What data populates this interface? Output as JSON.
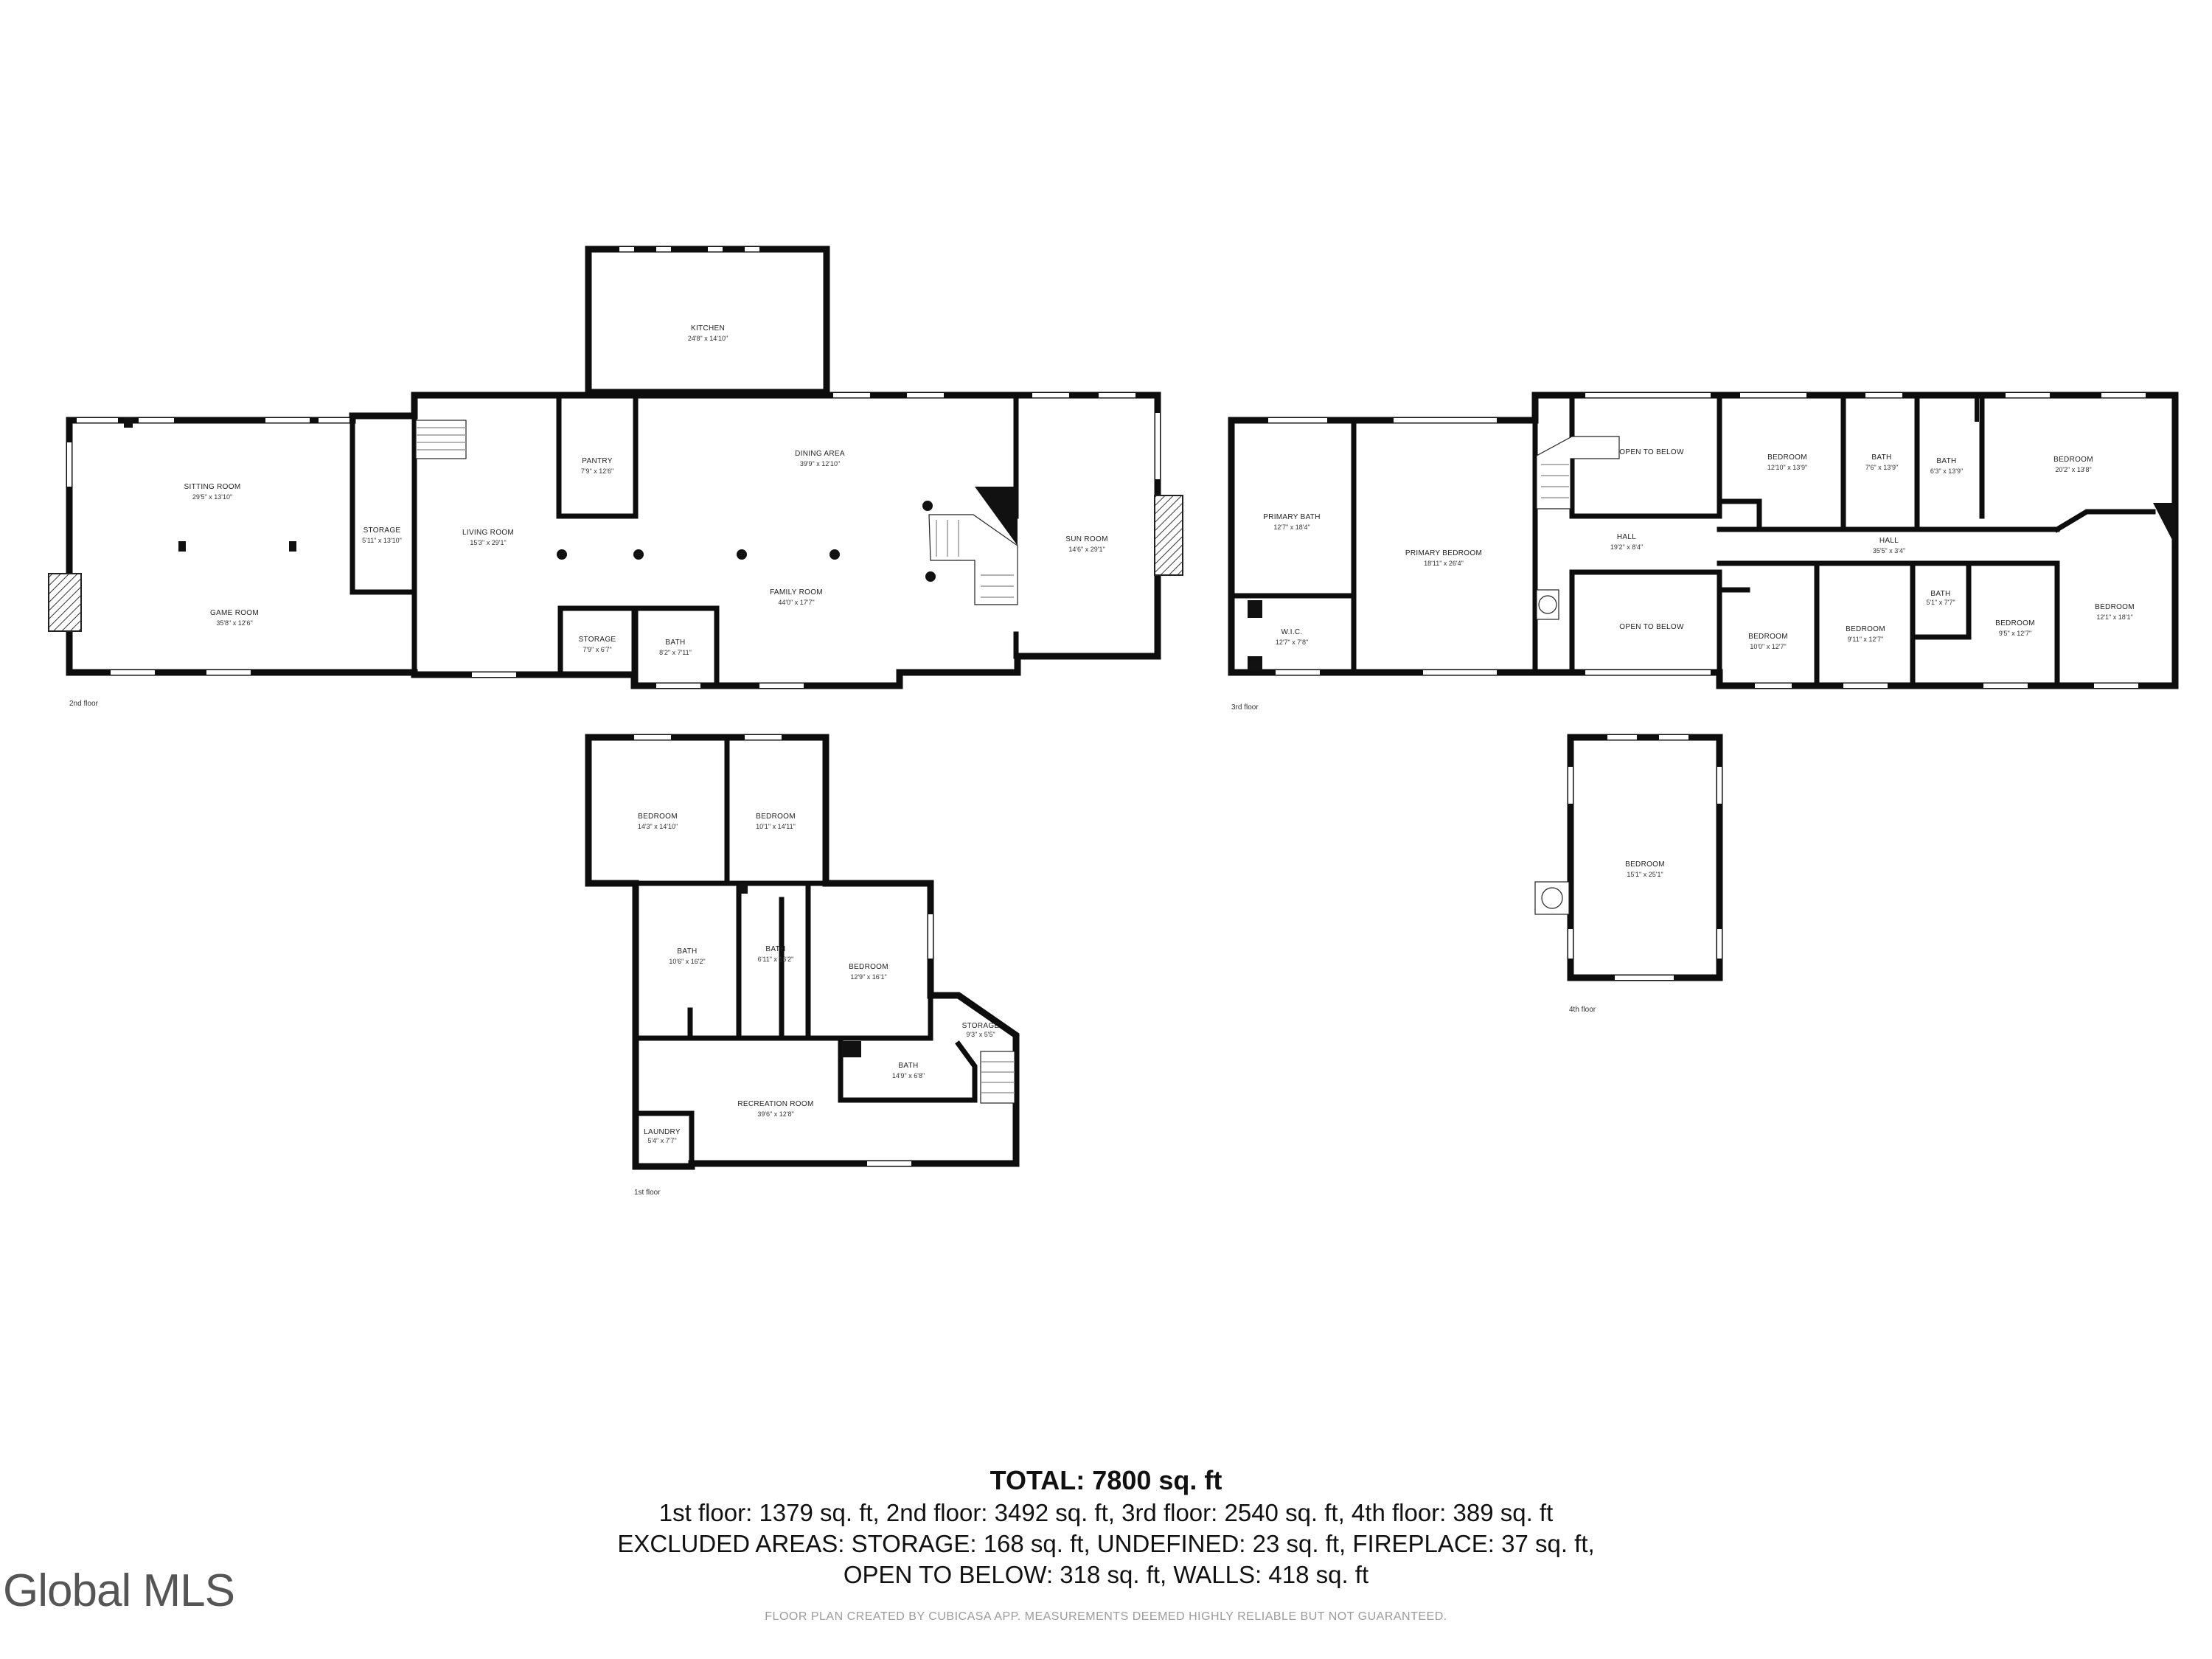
{
  "rooms": {
    "kitchen": {
      "name": "KITCHEN",
      "dim": "24'8\" x 14'10\""
    },
    "sitting_room": {
      "name": "SITTING ROOM",
      "dim": "29'5\" x 13'10\""
    },
    "game_room": {
      "name": "GAME ROOM",
      "dim": "35'8\" x 12'6\""
    },
    "storage_2a": {
      "name": "STORAGE",
      "dim": "5'11\" x 13'10\""
    },
    "living_room": {
      "name": "LIVING ROOM",
      "dim": "15'3\" x 29'1\""
    },
    "pantry": {
      "name": "PANTRY",
      "dim": "7'9\" x 12'6\""
    },
    "dining_area": {
      "name": "DINING AREA",
      "dim": "39'9\" x 12'10\""
    },
    "family_room": {
      "name": "FAMILY ROOM",
      "dim": "44'0\" x 17'7\""
    },
    "sun_room": {
      "name": "SUN ROOM",
      "dim": "14'6\" x 29'1\""
    },
    "storage_2b": {
      "name": "STORAGE",
      "dim": "7'9\" x 6'7\""
    },
    "bath_2": {
      "name": "BATH",
      "dim": "8'2\" x 7'11\""
    },
    "primary_bath": {
      "name": "PRIMARY BATH",
      "dim": "12'7\" x 18'4\""
    },
    "wic": {
      "name": "W.I.C.",
      "dim": "12'7\" x 7'8\""
    },
    "primary_bedroom": {
      "name": "PRIMARY BEDROOM",
      "dim": "18'11\" x 26'4\""
    },
    "open_below_1": {
      "name": "OPEN TO BELOW"
    },
    "hall_3a": {
      "name": "HALL",
      "dim": "19'2\" x 8'4\""
    },
    "open_below_2": {
      "name": "OPEN TO BELOW"
    },
    "bedroom_3a": {
      "name": "BEDROOM",
      "dim": "12'10\" x 13'9\""
    },
    "bath_3a": {
      "name": "BATH",
      "dim": "7'6\" x 13'9\""
    },
    "bath_3b": {
      "name": "BATH",
      "dim": "6'3\" x 13'9\""
    },
    "bedroom_3b": {
      "name": "BEDROOM",
      "dim": "20'2\" x 13'8\""
    },
    "hall_3b": {
      "name": "HALL",
      "dim": "35'5\" x 3'4\""
    },
    "bedroom_3c": {
      "name": "BEDROOM",
      "dim": "10'0\" x 12'7\""
    },
    "bedroom_3d": {
      "name": "BEDROOM",
      "dim": "9'11\" x 12'7\""
    },
    "bath_3c": {
      "name": "BATH",
      "dim": "5'1\" x 7'7\""
    },
    "bedroom_3e": {
      "name": "BEDROOM",
      "dim": "9'5\" x 12'7\""
    },
    "bedroom_3f": {
      "name": "BEDROOM",
      "dim": "12'1\" x 18'1\""
    },
    "bedroom_1a": {
      "name": "BEDROOM",
      "dim": "14'3\" x 14'10\""
    },
    "bedroom_1b": {
      "name": "BEDROOM",
      "dim": "10'1\" x 14'11\""
    },
    "bath_1a": {
      "name": "BATH",
      "dim": "10'6\" x 16'2\""
    },
    "bath_1b": {
      "name": "BATH",
      "dim": "6'11\" x 16'2\""
    },
    "bedroom_1c": {
      "name": "BEDROOM",
      "dim": "12'9\" x 16'1\""
    },
    "storage_1": {
      "name": "STORAGE",
      "dim": "9'3\" x 5'5\""
    },
    "bath_1c": {
      "name": "BATH",
      "dim": "14'9\" x 6'8\""
    },
    "recreation_room": {
      "name": "RECREATION ROOM",
      "dim": "39'6\" x 12'8\""
    },
    "laundry": {
      "name": "LAUNDRY",
      "dim": "5'4\" x 7'7\""
    },
    "bedroom_4": {
      "name": "BEDROOM",
      "dim": "15'1\" x 25'1\""
    }
  },
  "floor_labels": {
    "second": "2nd floor",
    "third": "3rd floor",
    "first": "1st floor",
    "fourth": "4th floor"
  },
  "summary": {
    "total": "TOTAL: 7800 sq. ft",
    "line1": "1st floor: 1379 sq. ft, 2nd floor: 3492 sq. ft, 3rd floor: 2540 sq. ft, 4th floor: 389 sq. ft",
    "line2": "EXCLUDED AREAS: STORAGE: 168 sq. ft, UNDEFINED: 23 sq. ft, FIREPLACE: 37 sq. ft,",
    "line3": "OPEN TO BELOW: 318 sq. ft, WALLS: 418 sq. ft"
  },
  "disclaimer": "FLOOR PLAN CREATED BY CUBICASA APP. MEASUREMENTS DEEMED HIGHLY RELIABLE BUT NOT GUARANTEED.",
  "brand": "Global MLS"
}
